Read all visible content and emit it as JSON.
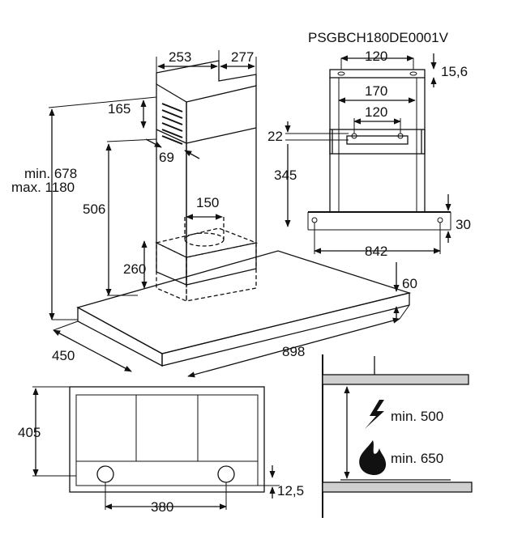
{
  "model_code": "PSGBCH180DE0001V",
  "chimney": {
    "width_1": "253",
    "width_2": "277",
    "offset_top": "165",
    "offset_side": "69",
    "height_range_min": "min. 678",
    "height_range_max": "max. 1180",
    "height_to_box": "506",
    "duct_diameter": "150",
    "box_height": "260"
  },
  "hood": {
    "depth": "450",
    "width": "898",
    "thickness": "60"
  },
  "bracket": {
    "top_spacing": "120",
    "top_offset": "15,6",
    "mid_spacing_outer": "170",
    "mid_spacing_inner": "120",
    "hole_offset": "22",
    "bracket_height": "345",
    "bottom_offset": "30",
    "bottom_width": "842"
  },
  "bottom_view": {
    "depth": "405",
    "light_spacing": "380",
    "light_offset": "12,5"
  },
  "cooktop": {
    "distance_electric": "min. 500",
    "distance_gas": "min. 650"
  }
}
